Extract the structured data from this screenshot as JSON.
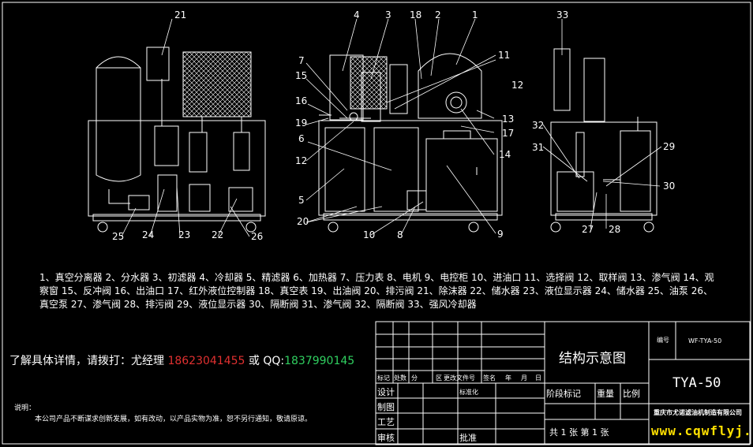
{
  "callouts": [
    "21",
    "4",
    "3",
    "18",
    "2",
    "1",
    "33",
    "7",
    "15",
    "16",
    "19",
    "6",
    "12",
    "5",
    "20",
    "10",
    "8",
    "9",
    "11",
    "13",
    "17",
    "14",
    "12",
    "32",
    "31",
    "29",
    "30",
    "27",
    "28",
    "25",
    "24",
    "23",
    "22",
    "26"
  ],
  "legend": "1、真空分离器 2、分水器 3、初滤器 4、冷却器 5、精滤器 6、加热器 7、压力表 8、电机 9、电控柜 10、进油口 11、选择阀 12、取样阀 13、渗气阀 14、观察窗 15、反冲阀 16、出油口 17、红外液位控制器 18、真空表 19、出油阀 20、排污阀 21、除沫器 22、储水器 23、液位显示器 24、储水器 25、油泵 26、真空泵 27、渗气阀 28、排污阀 29、液位显示器 30、隔断阀 31、渗气阀 32、隔断阀 33、强风冷却器",
  "contact": {
    "prefix": "了解具体详情，请拨打：尤经理 ",
    "phone": "18623041455",
    "middle": " 或 QQ:",
    "qq": "1837990145"
  },
  "note": {
    "title": "说明：",
    "text": "本公司产品不断谋求创新发展，如有改动，以产品实物为准，恕不另行通知，敬请原谅。"
  },
  "title_block": {
    "drawing_title": "结构示意图",
    "code_label": "编号",
    "code_value": "WF-TYA-50",
    "model": "TYA-50",
    "header_row": [
      "标记",
      "处数",
      "分",
      "区",
      "更改文件号",
      "签名",
      "年",
      "月",
      "日"
    ],
    "design": "设计",
    "standard": "标准化",
    "draw": "制图",
    "process": "工艺",
    "review": "审核",
    "approve": "批准",
    "stage": "阶段标记",
    "weight": "重量",
    "scale": "比例",
    "sheets": "共 1 张  第 1 张",
    "company": "重庆市尤诺滤油机制造有限公司"
  },
  "watermark": "www.cqwflyj.com",
  "colors": {
    "line": "#ffffff",
    "red": "#e03030",
    "green": "#30d060",
    "yellow": "#ffe000"
  }
}
